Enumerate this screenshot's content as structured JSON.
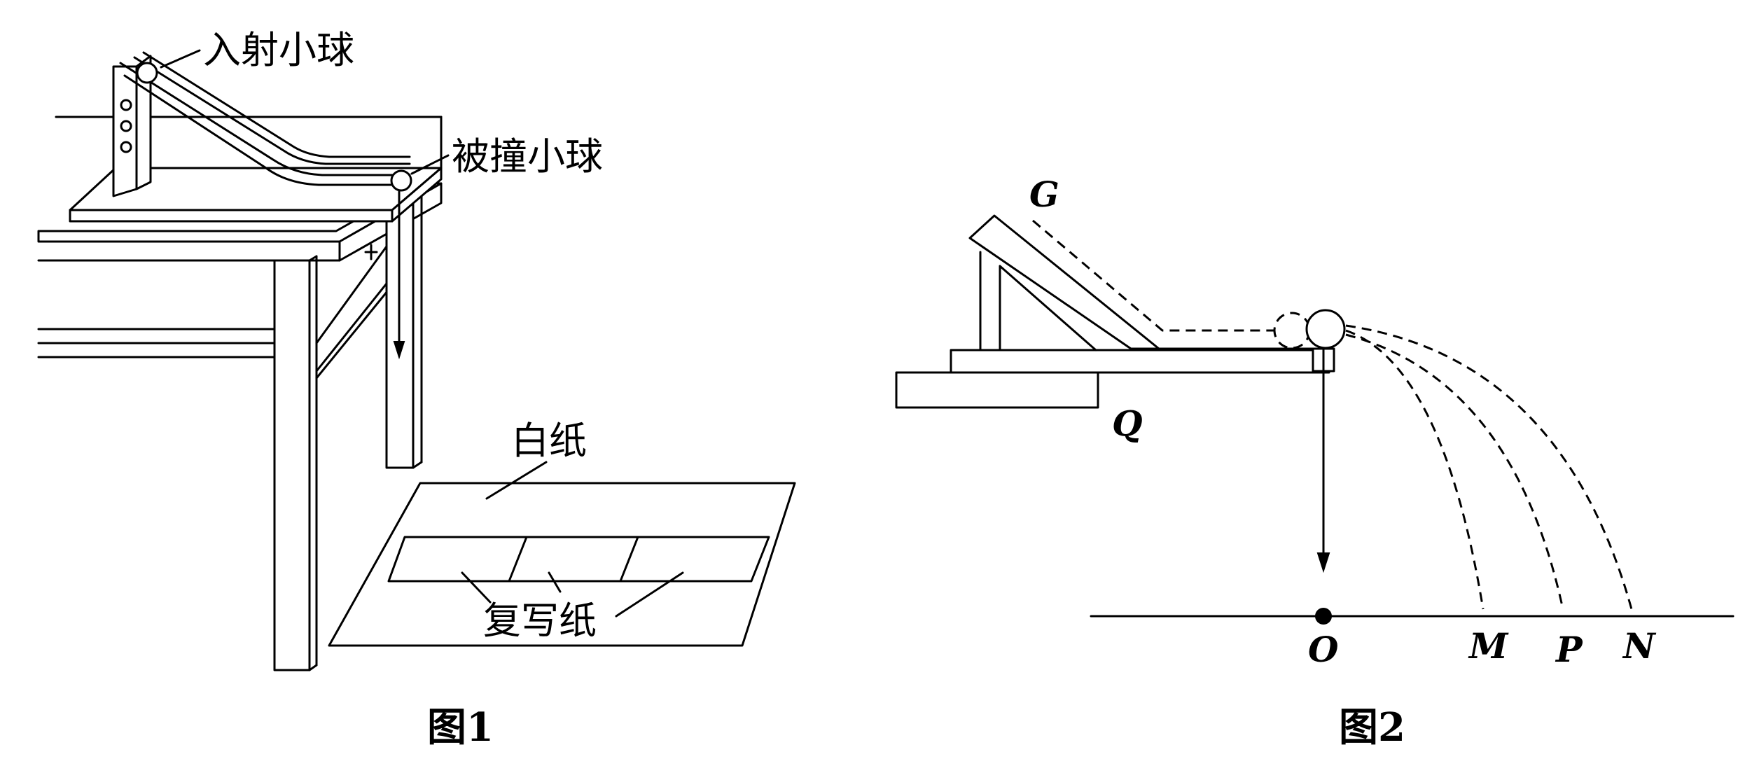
{
  "figure1": {
    "caption": "图1",
    "label_incident_ball": "入射小球",
    "label_target_ball": "被撞小球",
    "label_white_paper": "白纸",
    "label_carbon_paper": "复写纸"
  },
  "figure2": {
    "caption": "图2",
    "point_G": "G",
    "point_Q": "Q",
    "point_O": "O",
    "point_M": "M",
    "point_P": "P",
    "point_N": "N"
  }
}
